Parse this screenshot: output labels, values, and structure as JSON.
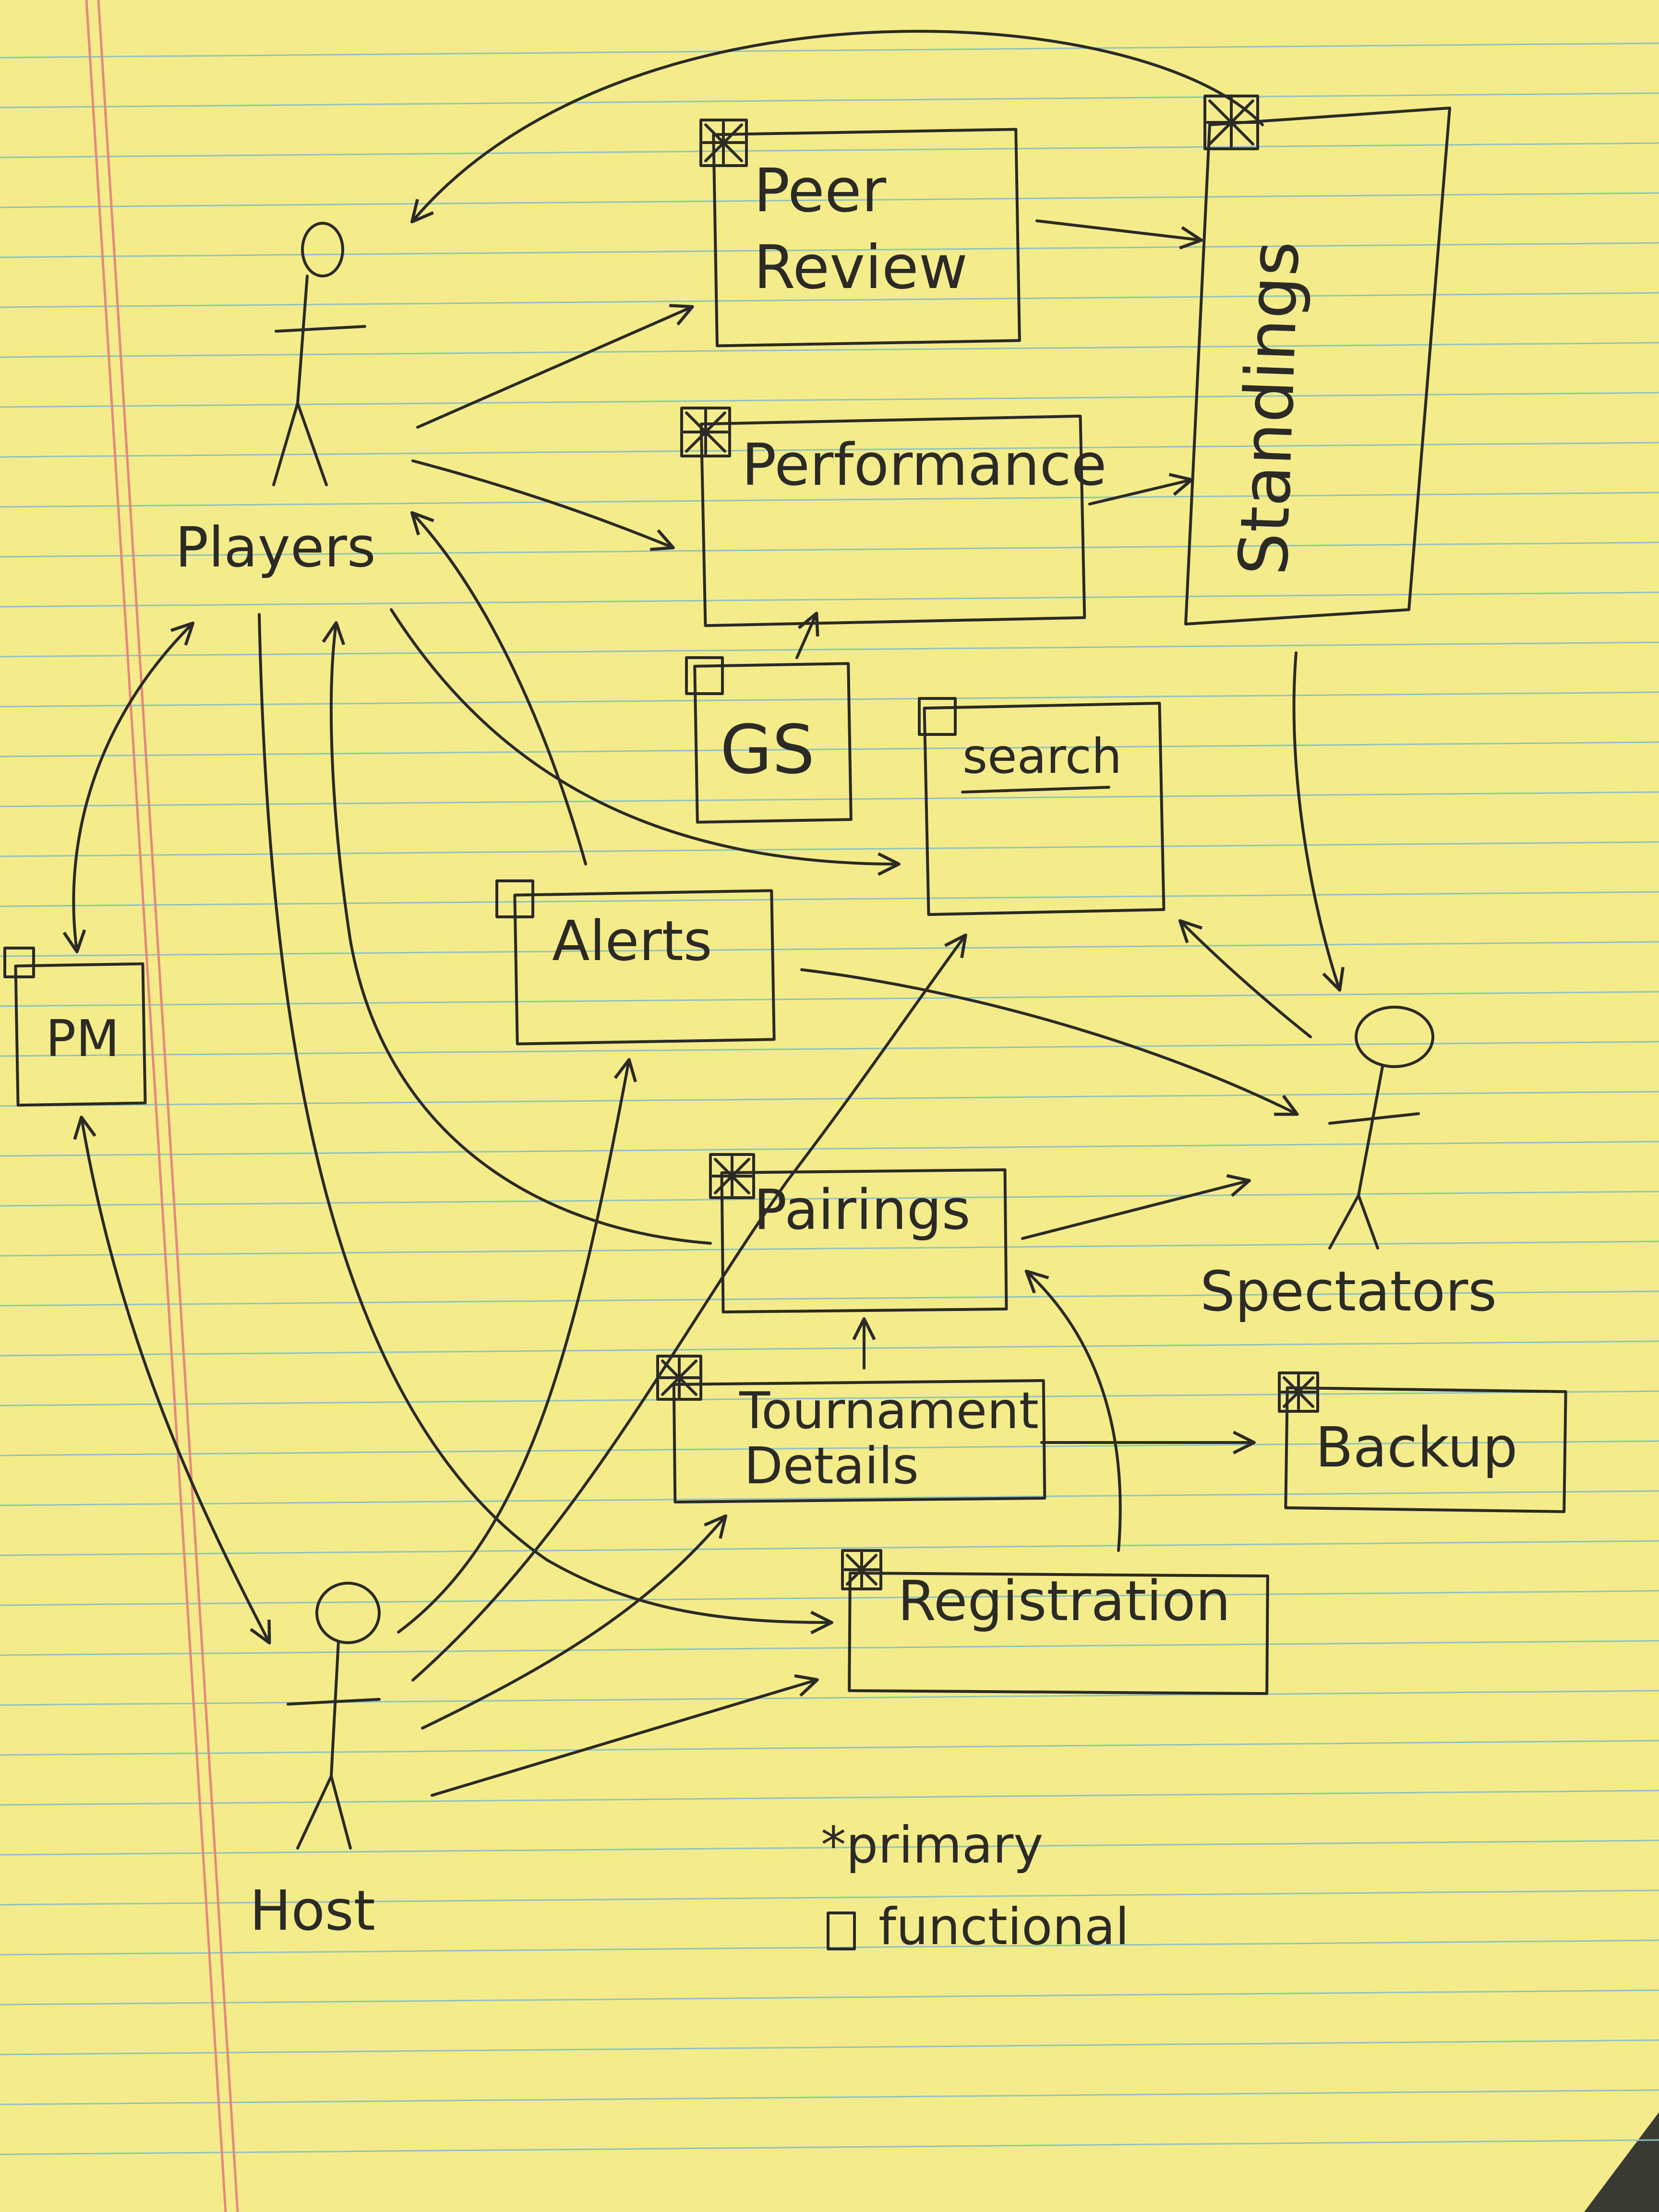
{
  "diagram": {
    "actors": {
      "players": "Players",
      "host": "Host",
      "spectators": "Spectators"
    },
    "features": {
      "peer_review": [
        "Peer",
        "Review"
      ],
      "performance": "Performance",
      "standings": "Standings",
      "gs": "GS",
      "search": "search",
      "alerts": "Alerts",
      "pm": "PM",
      "pairings": "Pairings",
      "tournament_details": [
        "Tournament",
        "Details"
      ],
      "backup": "Backup",
      "registration": "Registration"
    },
    "legend": {
      "primary": "*primary",
      "functional": "functional"
    }
  },
  "colors": {
    "paper": "#f4ec8a",
    "ink": "#2b2a26",
    "rule": "#8ec3c0",
    "margin": "#e5897a",
    "background": "#3a3a34"
  }
}
